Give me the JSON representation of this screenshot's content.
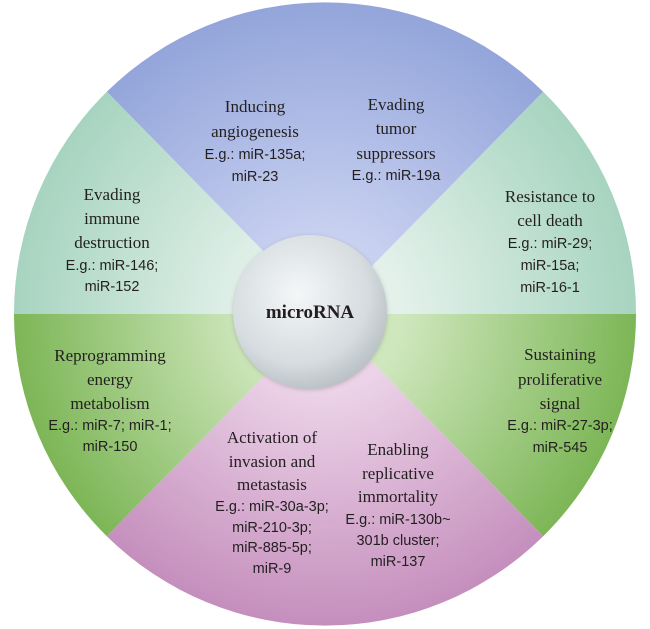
{
  "diagram": {
    "center": {
      "label": "microRNA"
    },
    "segments": [
      {
        "id": "angiogenesis",
        "title": [
          "Inducing",
          "angiogenesis"
        ],
        "examples": [
          "E.g.: miR-135a;",
          "miR-23"
        ],
        "color": "#a9b6e0"
      },
      {
        "id": "tumor-suppressors",
        "title": [
          "Evading",
          "tumor",
          "suppressors"
        ],
        "examples": [
          "E.g.: miR-19a"
        ],
        "color": "#a9b6e0"
      },
      {
        "id": "cell-death",
        "title": [
          "Resistance to",
          "cell death"
        ],
        "examples": [
          "E.g.: miR-29;",
          "miR-15a;",
          "miR-16-1"
        ],
        "color": "#b7dccb"
      },
      {
        "id": "proliferative",
        "title": [
          "Sustaining",
          "proliferative",
          "signal"
        ],
        "examples": [
          "E.g.: miR-27-3p;",
          "miR-545"
        ],
        "color": "#8fc46a"
      },
      {
        "id": "immortality",
        "title": [
          "Enabling",
          "replicative",
          "immortality"
        ],
        "examples": [
          "E.g.: miR-130b~",
          "301b cluster;",
          "miR-137"
        ],
        "color": "#d7a8cf"
      },
      {
        "id": "invasion",
        "title": [
          "Activation of",
          "invasion and",
          "metastasis"
        ],
        "examples": [
          "E.g.: miR-30a-3p;",
          "miR-210-3p;",
          "miR-885-5p;",
          "miR-9"
        ],
        "color": "#d7a8cf"
      },
      {
        "id": "metabolism",
        "title": [
          "Reprogramming",
          "energy",
          "metabolism"
        ],
        "examples": [
          "E.g.: miR-7; miR-1;",
          "miR-150"
        ],
        "color": "#8fc46a"
      },
      {
        "id": "immune",
        "title": [
          "Evading",
          "immune",
          "destruction"
        ],
        "examples": [
          "E.g.: miR-146;",
          "miR-152"
        ],
        "color": "#b7dccb"
      }
    ]
  }
}
